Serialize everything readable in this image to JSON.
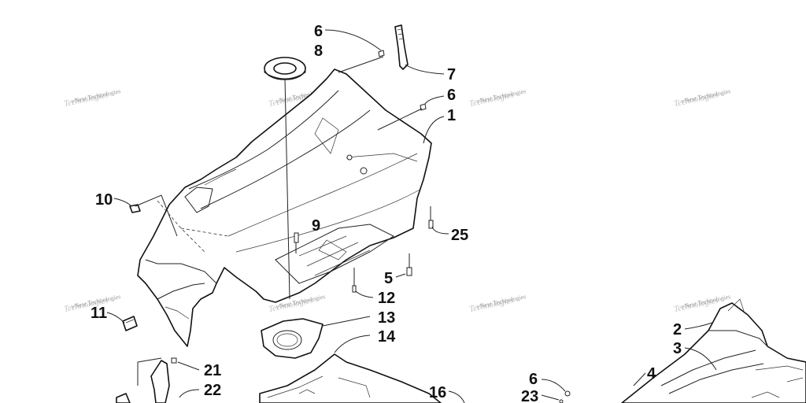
{
  "callouts": [
    "6",
    "8",
    "7",
    "6",
    "1",
    "10",
    "9",
    "25",
    "5",
    "12",
    "11",
    "13",
    "14",
    "21",
    "22",
    "16",
    "6",
    "23",
    "2",
    "3",
    "4"
  ],
  "watermark": {
    "text": "vNext Technologies"
  }
}
